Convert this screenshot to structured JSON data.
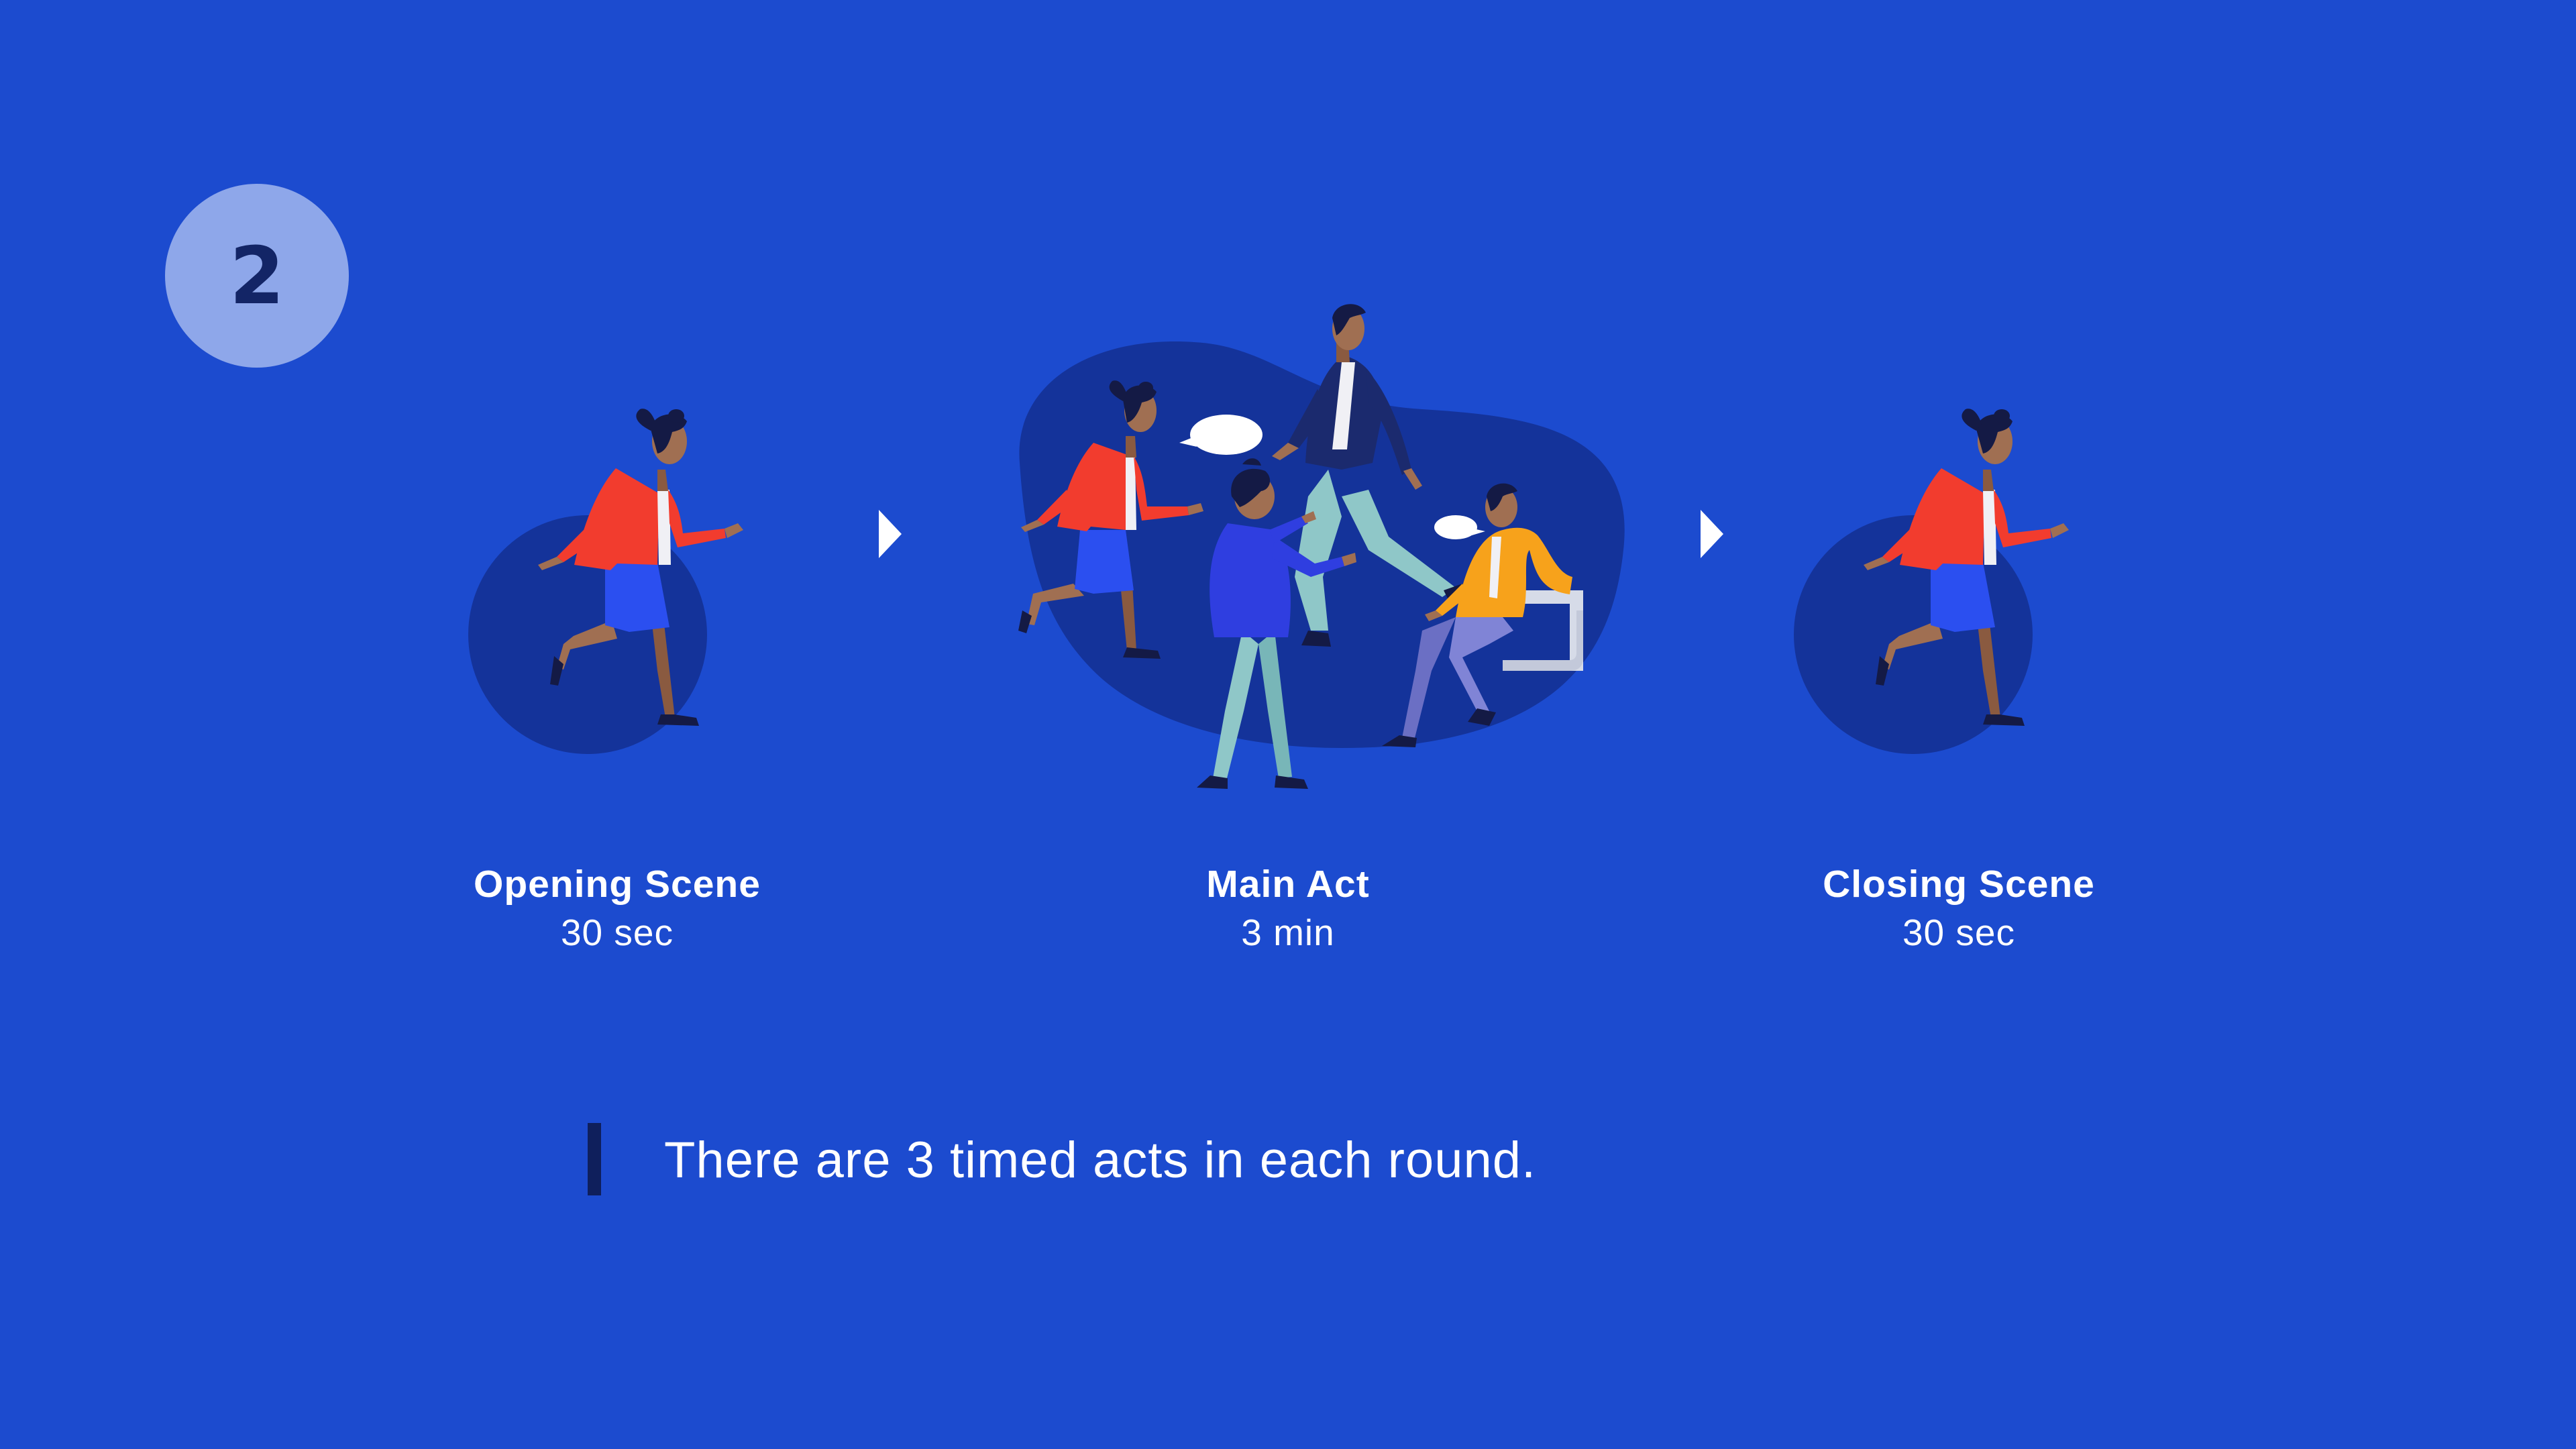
{
  "step": {
    "number": "2"
  },
  "acts": [
    {
      "title": "Opening Scene",
      "duration": "30 sec"
    },
    {
      "title": "Main Act",
      "duration": "3 min"
    },
    {
      "title": "Closing Scene",
      "duration": "30 sec"
    }
  ],
  "note": {
    "text": "There are 3 timed acts in each round."
  },
  "colors": {
    "background": "#1c4bcf",
    "badge": "#8ea7ea",
    "badge_text": "#132566",
    "blob": "#14339a",
    "jacket_red": "#f23c2e",
    "skirt_blue": "#2b4ff0",
    "skin": "#a06f52",
    "hair": "#141a45",
    "yellow_hoodie": "#f7a21b",
    "teal_pants": "#8fc7c8",
    "navy_jacket": "#1b2a6e",
    "accent_bar": "#0f1f5c"
  },
  "icons": [
    "step-number-badge",
    "running-woman-illustration",
    "group-scene-illustration",
    "arrow-right-icon"
  ]
}
